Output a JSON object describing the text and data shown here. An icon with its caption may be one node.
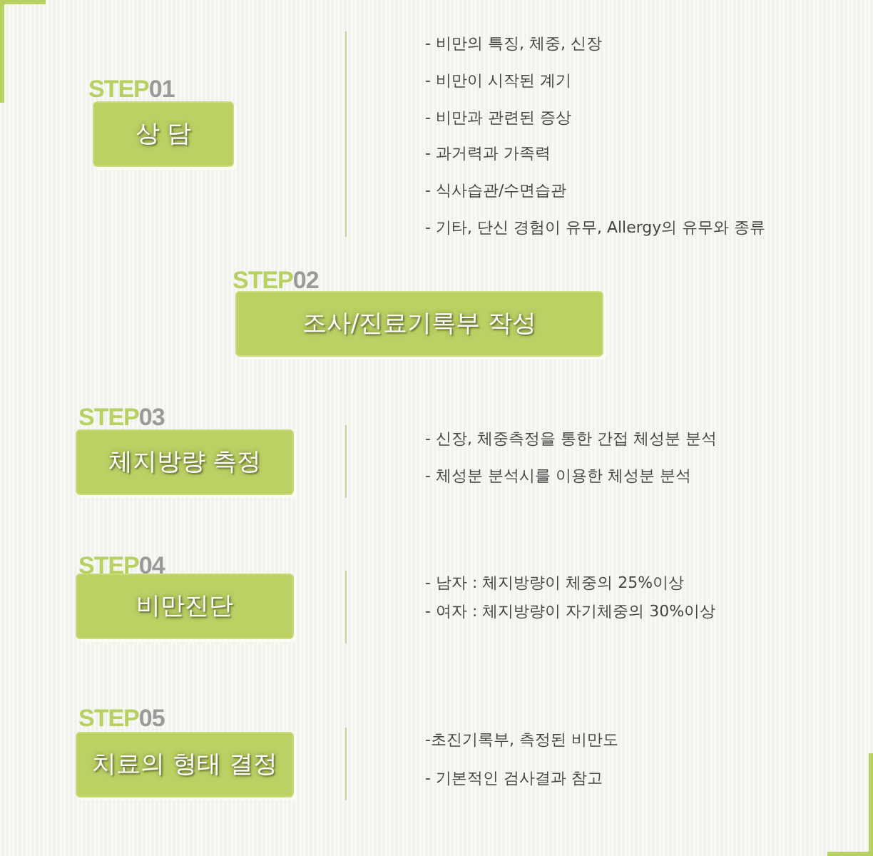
{
  "diagram": {
    "nodes": [
      {
        "text": [
          "STEP01",
          "상 담"
        ],
        "beside": [
          "- 비만의 특징, 체중, 신장",
          "- 비만이 시작된 계기",
          "- 비만과 관련된 증상",
          "- 과거력과 가족력",
          "- 식사습관/수면습관",
          "- 기타, 단신 경험이 유무, Allergy의 유무와 종류"
        ]
      },
      {
        "text": [
          "STEP02",
          "조사/진료기록부 작성"
        ]
      },
      {
        "text": [
          "STEP03",
          "체지방량 측정"
        ],
        "beside": [
          "- 신장, 체중측정을 통한 간접 체성분 분석",
          "- 체성분 분석시를 이용한 체성분 분석"
        ]
      },
      {
        "text": [
          "STEP04",
          "비만진단"
        ],
        "beside": [
          "- 남자 : 체지방량이 체중의 25%이상",
          "- 여자 : 체지방량이 자기체중의 30%이상"
        ]
      },
      {
        "text": [
          "STEP05",
          "치료의 형태 결정"
        ],
        "beside": [
          "-초진기록부, 측정된 비만도",
          "- 기본적인 검사결과 참고"
        ]
      }
    ]
  }
}
